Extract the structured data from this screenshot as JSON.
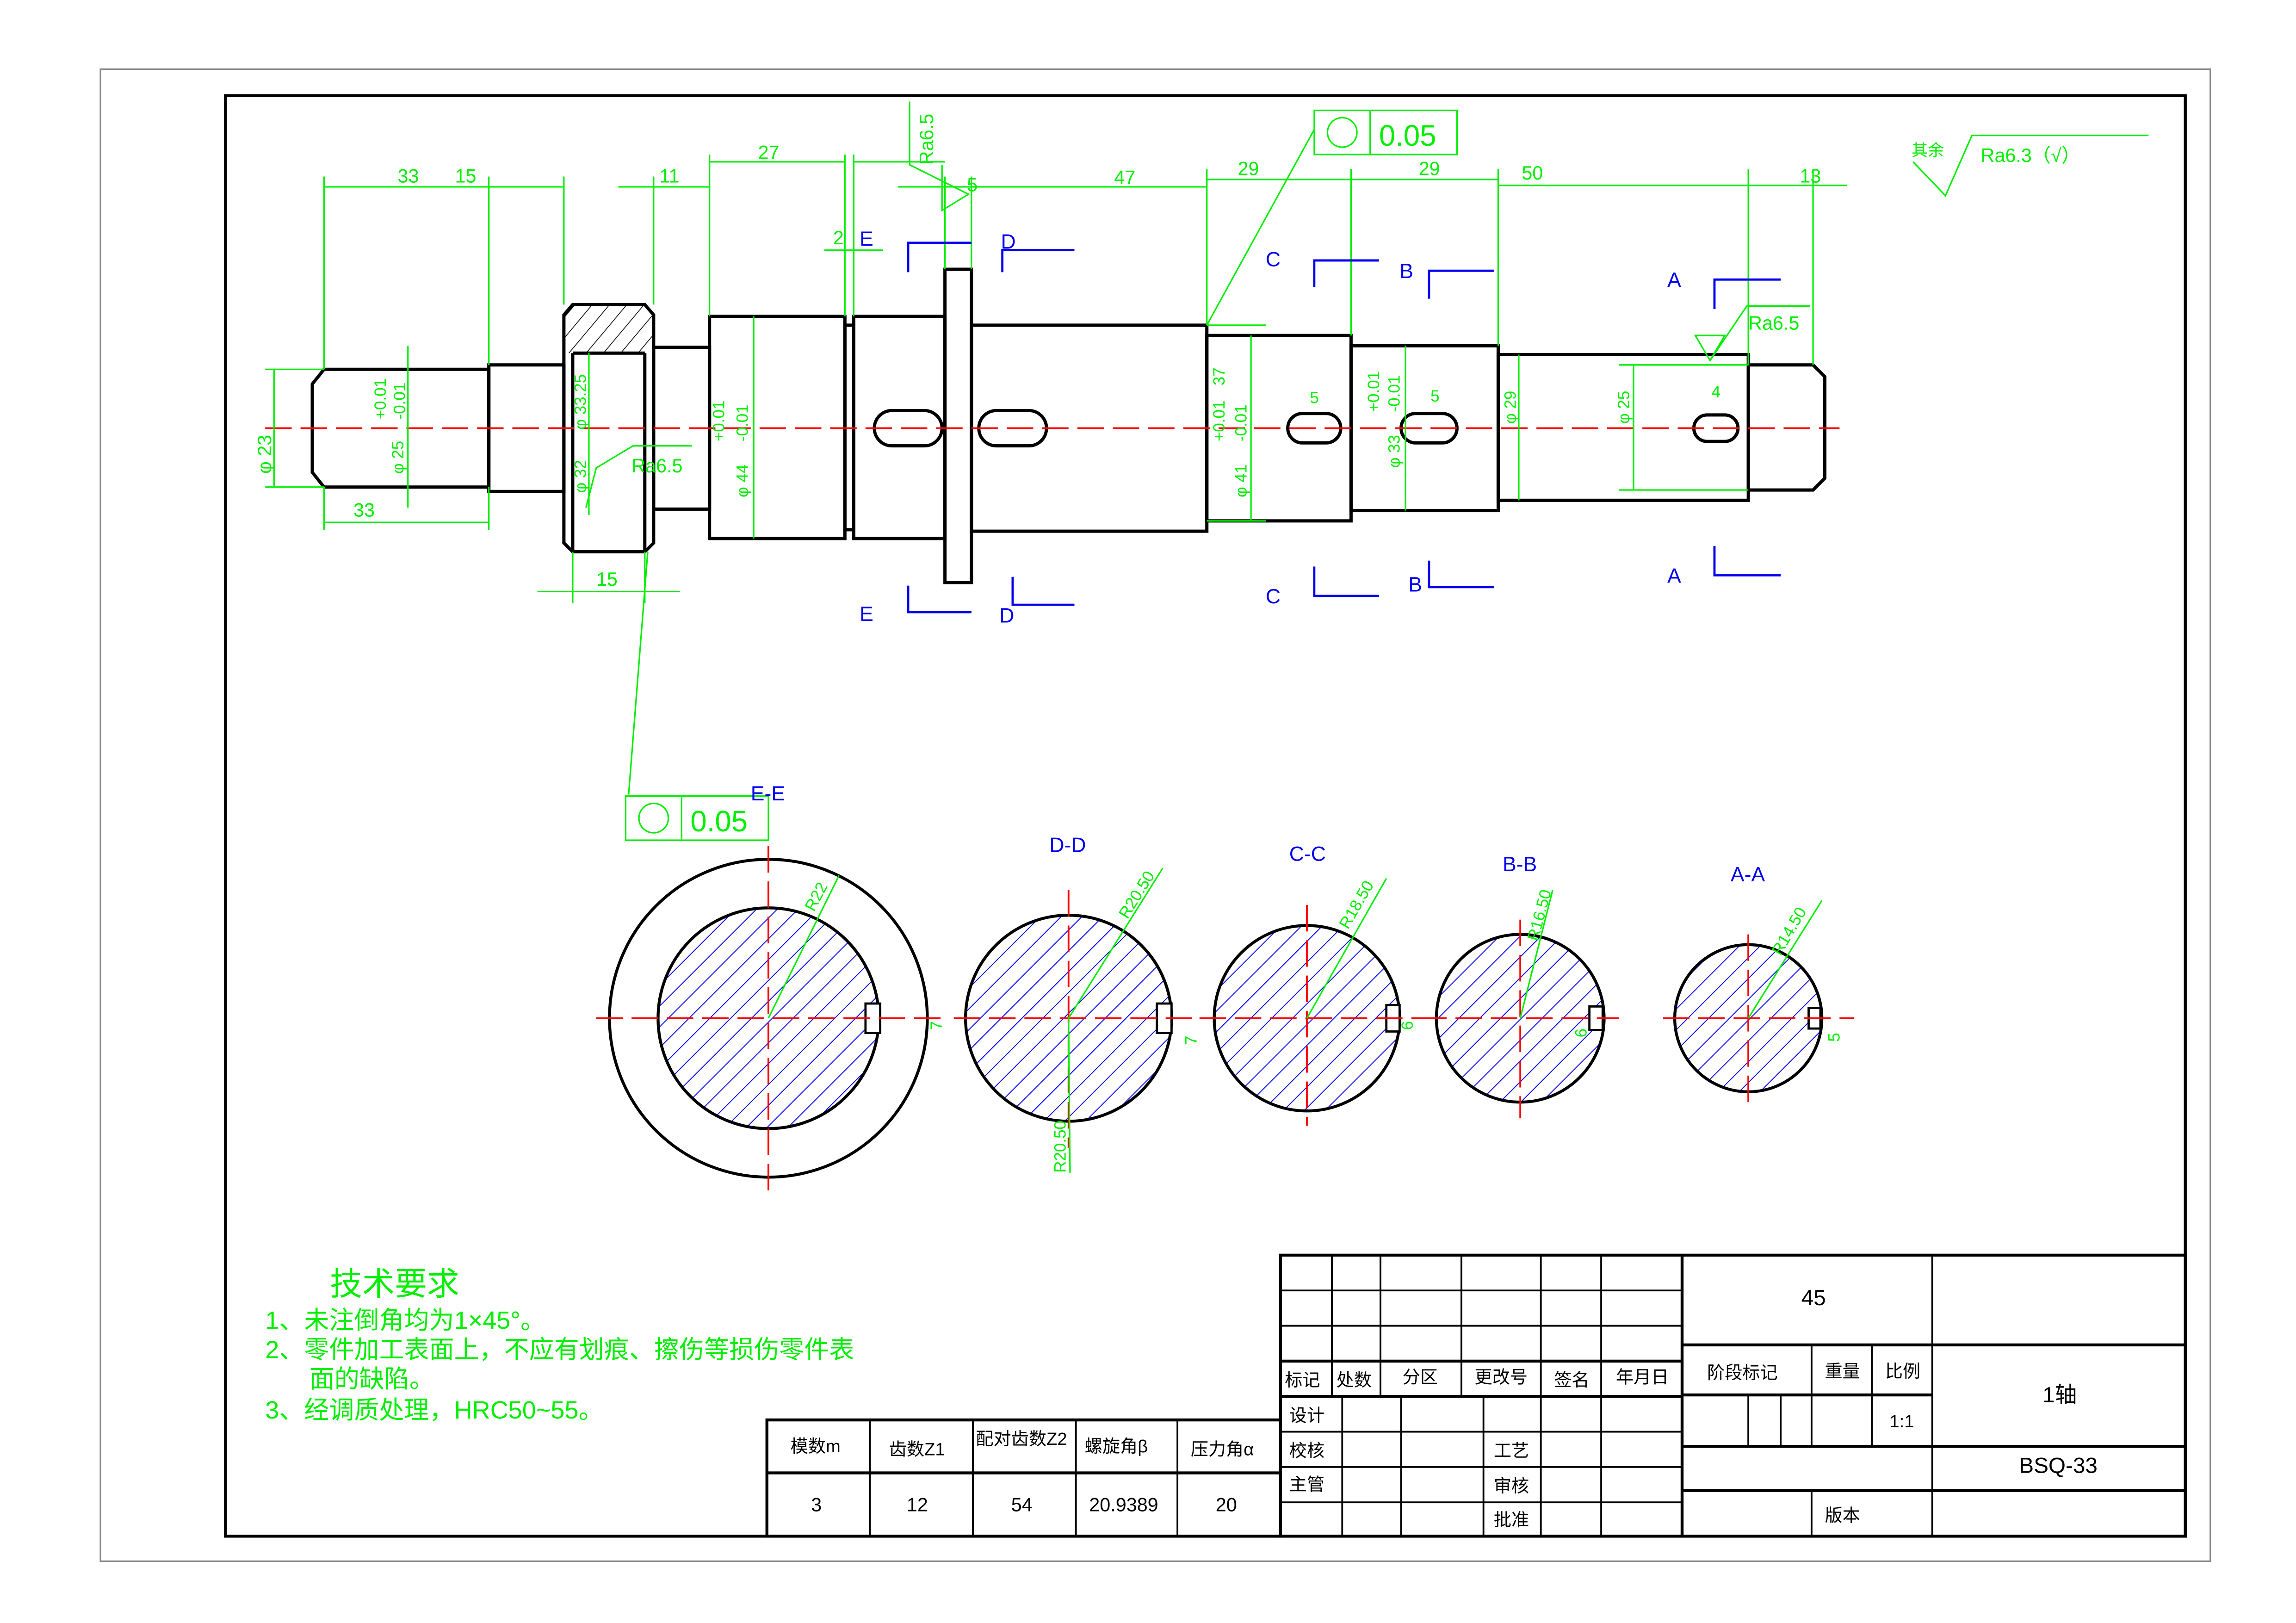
{
  "drawing": {
    "dims_top": [
      "33",
      "15",
      "11",
      "27",
      "2",
      "5",
      "47",
      "29",
      "29",
      "50",
      "13"
    ],
    "dims_bottom": [
      "33",
      "15"
    ],
    "diameters": {
      "d23": "φ 23",
      "d25": "φ 25",
      "tol_plus": "+0.01",
      "tol_minus": "-0.01",
      "d32": "φ 32",
      "d3325": "φ 33.25",
      "d44": "φ 44",
      "d37": "37",
      "d41": "φ 41",
      "d33": "φ 33",
      "d29": "φ 29",
      "d25b": "φ 25"
    },
    "key_widths": [
      "5",
      "5",
      "4"
    ],
    "roughness": {
      "ra": "Ra6.5",
      "rest_label": "其余",
      "rest_value": "Ra6.3（√）"
    },
    "tolerance": {
      "value": "0.05"
    },
    "section_letters": [
      "E",
      "D",
      "C",
      "B",
      "A"
    ],
    "sections": [
      {
        "title": "E-E",
        "radius": "R22",
        "key": "7"
      },
      {
        "title": "D-D",
        "radius": "R20.50",
        "radius2": "R20.50",
        "key": "7"
      },
      {
        "title": "C-C",
        "radius": "R18.50",
        "key": "6"
      },
      {
        "title": "B-B",
        "radius": "R16.50",
        "key": "6"
      },
      {
        "title": "A-A",
        "radius": "R14.50",
        "key": "5"
      }
    ]
  },
  "tech_requirements": {
    "title": "技术要求",
    "lines": [
      "1、未注倒角均为1×45°。",
      "2、零件加工表面上，不应有划痕、擦伤等损伤零件表",
      "面的缺陷。",
      "3、经调质处理，HRC50~55。"
    ]
  },
  "gear_params": {
    "headers": [
      "模数m",
      "齿数Z1",
      "配对齿数Z2",
      "螺旋角β",
      "压力角α"
    ],
    "values": [
      "3",
      "12",
      "54",
      "20.9389",
      "20"
    ]
  },
  "title_block": {
    "change_headers": [
      "标记",
      "处数",
      "分区",
      "更改号",
      "签名",
      "年月日"
    ],
    "roles": [
      "设计",
      "校核",
      "主管"
    ],
    "roles2": [
      "工艺",
      "审核",
      "批准"
    ],
    "material": "45",
    "stage_mark": "阶段标记",
    "weight": "重量",
    "scale_label": "比例",
    "scale": "1:1",
    "part_name": "1轴",
    "drawing_no": "BSQ-33",
    "version": "版本"
  },
  "colors": {
    "dimension": "#00ee00",
    "section": "#0000ee",
    "centerline": "#ff0000"
  }
}
